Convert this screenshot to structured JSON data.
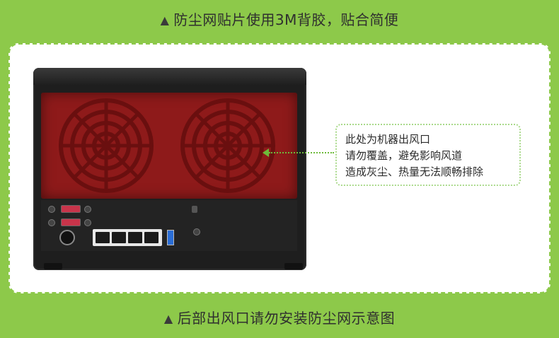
{
  "captions": {
    "top": "防尘网贴片使用3M背胶，贴合简便",
    "bottom": "后部出风口请勿安装防尘网示意图"
  },
  "marker": "▲",
  "callout": {
    "lines": [
      "此处为机器出风口",
      "请勿覆盖，避免影响风道",
      "造成灰尘、热量无法顺畅排除"
    ]
  },
  "colors": {
    "background": "#8dc94a",
    "vent": "#8e1a1a",
    "accent": "#6dbb3a"
  }
}
